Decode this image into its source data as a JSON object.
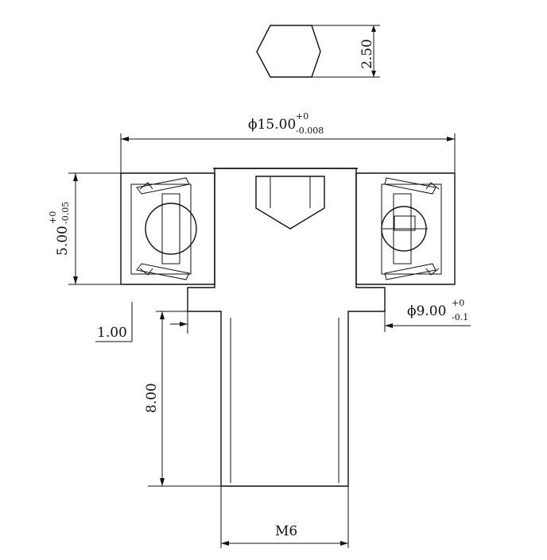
{
  "labels": {
    "hex_height": "2.50",
    "outer_diameter": "ϕ15.00",
    "outer_tol_upper": "+0",
    "outer_tol_lower": "-0.008",
    "width": "5.00",
    "width_tol_upper": "+0",
    "width_tol_lower": "-0.05",
    "shoulder_diameter": "ϕ9.00",
    "shoulder_tol_upper": "+0",
    "shoulder_tol_lower": "-0.1",
    "shoulder_length": "1.00",
    "thread_length": "8.00",
    "thread": "M6"
  },
  "colors": {
    "line": "#111111",
    "background": "#ffffff"
  }
}
